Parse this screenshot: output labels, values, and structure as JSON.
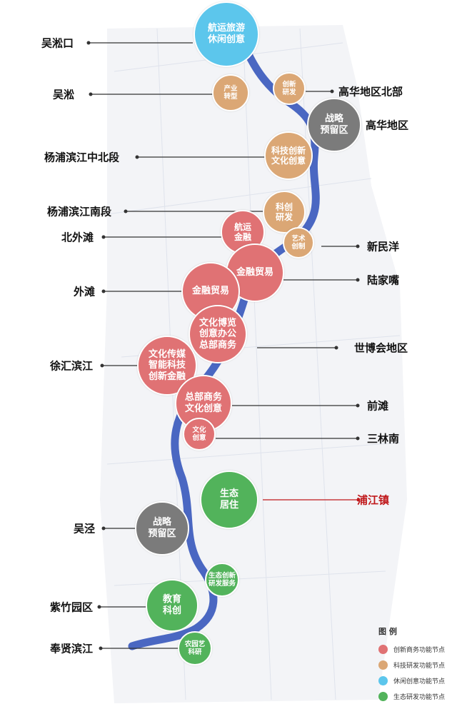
{
  "colors": {
    "business": "#e07274",
    "tech": "#dba775",
    "leisure": "#5cc6ec",
    "eco": "#52b35b",
    "reserve": "#7b7b7b",
    "river": "#4a67c2",
    "highlight": "#c0181b"
  },
  "nodes": [
    {
      "text": "航运旅游\n休闲创意",
      "type": "leisure"
    },
    {
      "text": "产业\n转型",
      "type": "tech"
    },
    {
      "text": "创新\n研发",
      "type": "tech"
    },
    {
      "text": "战略\n预留区",
      "type": "reserve"
    },
    {
      "text": "科技创新\n文化创意",
      "type": "tech"
    },
    {
      "text": "科创\n研发",
      "type": "tech"
    },
    {
      "text": "航运\n金融",
      "type": "business"
    },
    {
      "text": "艺术\n创制",
      "type": "tech"
    },
    {
      "text": "金融贸易",
      "type": "business"
    },
    {
      "text": "金融贸易",
      "type": "business"
    },
    {
      "text": "文化博览\n创意办公\n总部商务",
      "type": "business"
    },
    {
      "text": "文化传媒\n智能科技\n创新金融",
      "type": "business"
    },
    {
      "text": "总部商务\n文化创意",
      "type": "business"
    },
    {
      "text": "文化\n创意",
      "type": "business"
    },
    {
      "text": "生态\n居住",
      "type": "eco"
    },
    {
      "text": "战略\n预留区",
      "type": "reserve"
    },
    {
      "text": "生态创新\n研发服务",
      "type": "eco"
    },
    {
      "text": "教育\n科创",
      "type": "eco"
    },
    {
      "text": "农园艺\n科研",
      "type": "eco"
    }
  ],
  "labels": [
    {
      "text": "吴淞口",
      "side": "left"
    },
    {
      "text": "吴淞",
      "side": "left"
    },
    {
      "text": "杨浦滨江中北段",
      "side": "left"
    },
    {
      "text": "杨浦滨江南段",
      "side": "left"
    },
    {
      "text": "北外滩",
      "side": "left"
    },
    {
      "text": "外滩",
      "side": "left"
    },
    {
      "text": "徐汇滨江",
      "side": "left"
    },
    {
      "text": "吴泾",
      "side": "left"
    },
    {
      "text": "紫竹园区",
      "side": "left"
    },
    {
      "text": "奉贤滨江",
      "side": "left"
    },
    {
      "text": "高华地区北部",
      "side": "right"
    },
    {
      "text": "高华地区",
      "side": "right"
    },
    {
      "text": "新民洋",
      "side": "right"
    },
    {
      "text": "陆家嘴",
      "side": "right"
    },
    {
      "text": "世博会地区",
      "side": "right"
    },
    {
      "text": "前滩",
      "side": "right"
    },
    {
      "text": "三林南",
      "side": "right"
    },
    {
      "text": "浦江镇",
      "side": "right",
      "highlight": true
    }
  ],
  "legend": {
    "title": "图 例",
    "items": [
      {
        "text": "创新商务功能节点",
        "type": "business"
      },
      {
        "text": "科技研发功能节点",
        "type": "tech"
      },
      {
        "text": "休闲创意功能节点",
        "type": "leisure"
      },
      {
        "text": "生态研发功能节点",
        "type": "eco"
      }
    ]
  }
}
